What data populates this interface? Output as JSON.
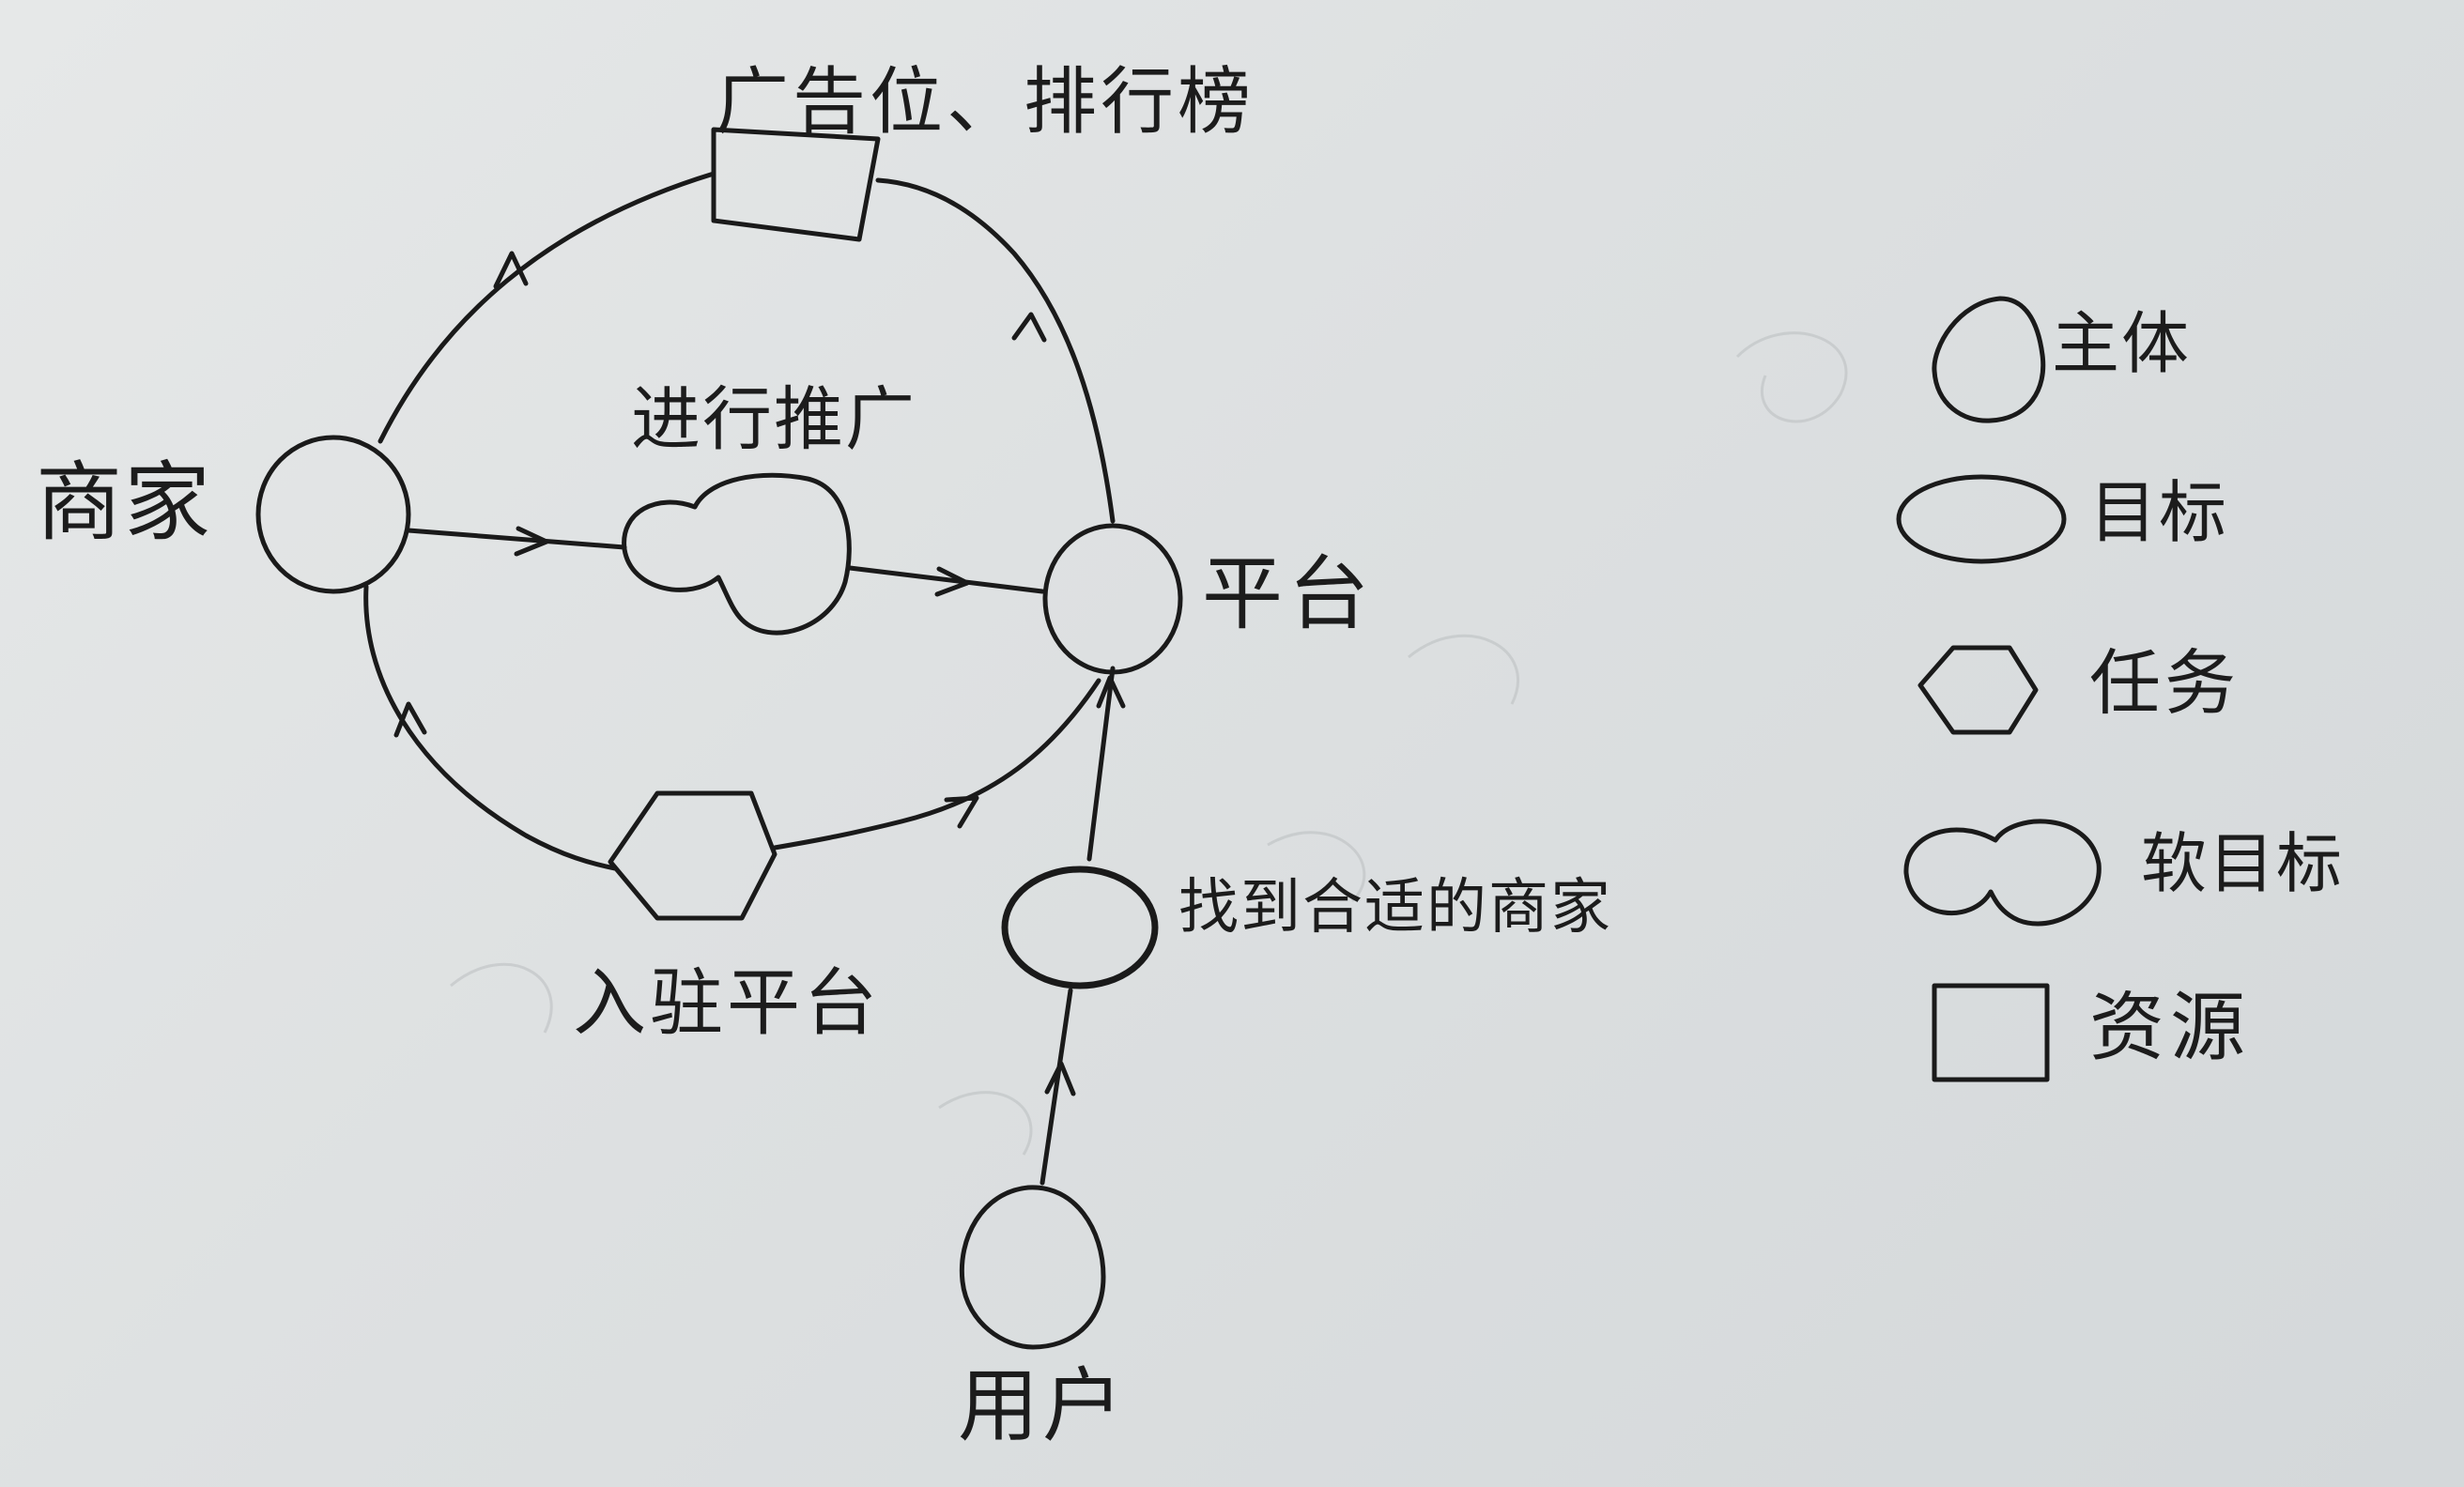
{
  "diagram": {
    "nodes": {
      "merchant": "商家",
      "platform": "平台",
      "user": "用户"
    },
    "goals": {
      "find_merchant": "找到合适的商家"
    },
    "soft_goals": {
      "promote": "进行推广"
    },
    "tasks": {
      "join_platform": "入驻平台"
    },
    "resources": {
      "ads_ranking": "广告位、排行榜"
    }
  },
  "legend": {
    "actor": "主体",
    "goal": "目标",
    "task": "任务",
    "soft_goal": "软目标",
    "resource": "资源"
  },
  "colors": {
    "ink": "#1a1a1a",
    "paper": "#e2e4e5"
  }
}
